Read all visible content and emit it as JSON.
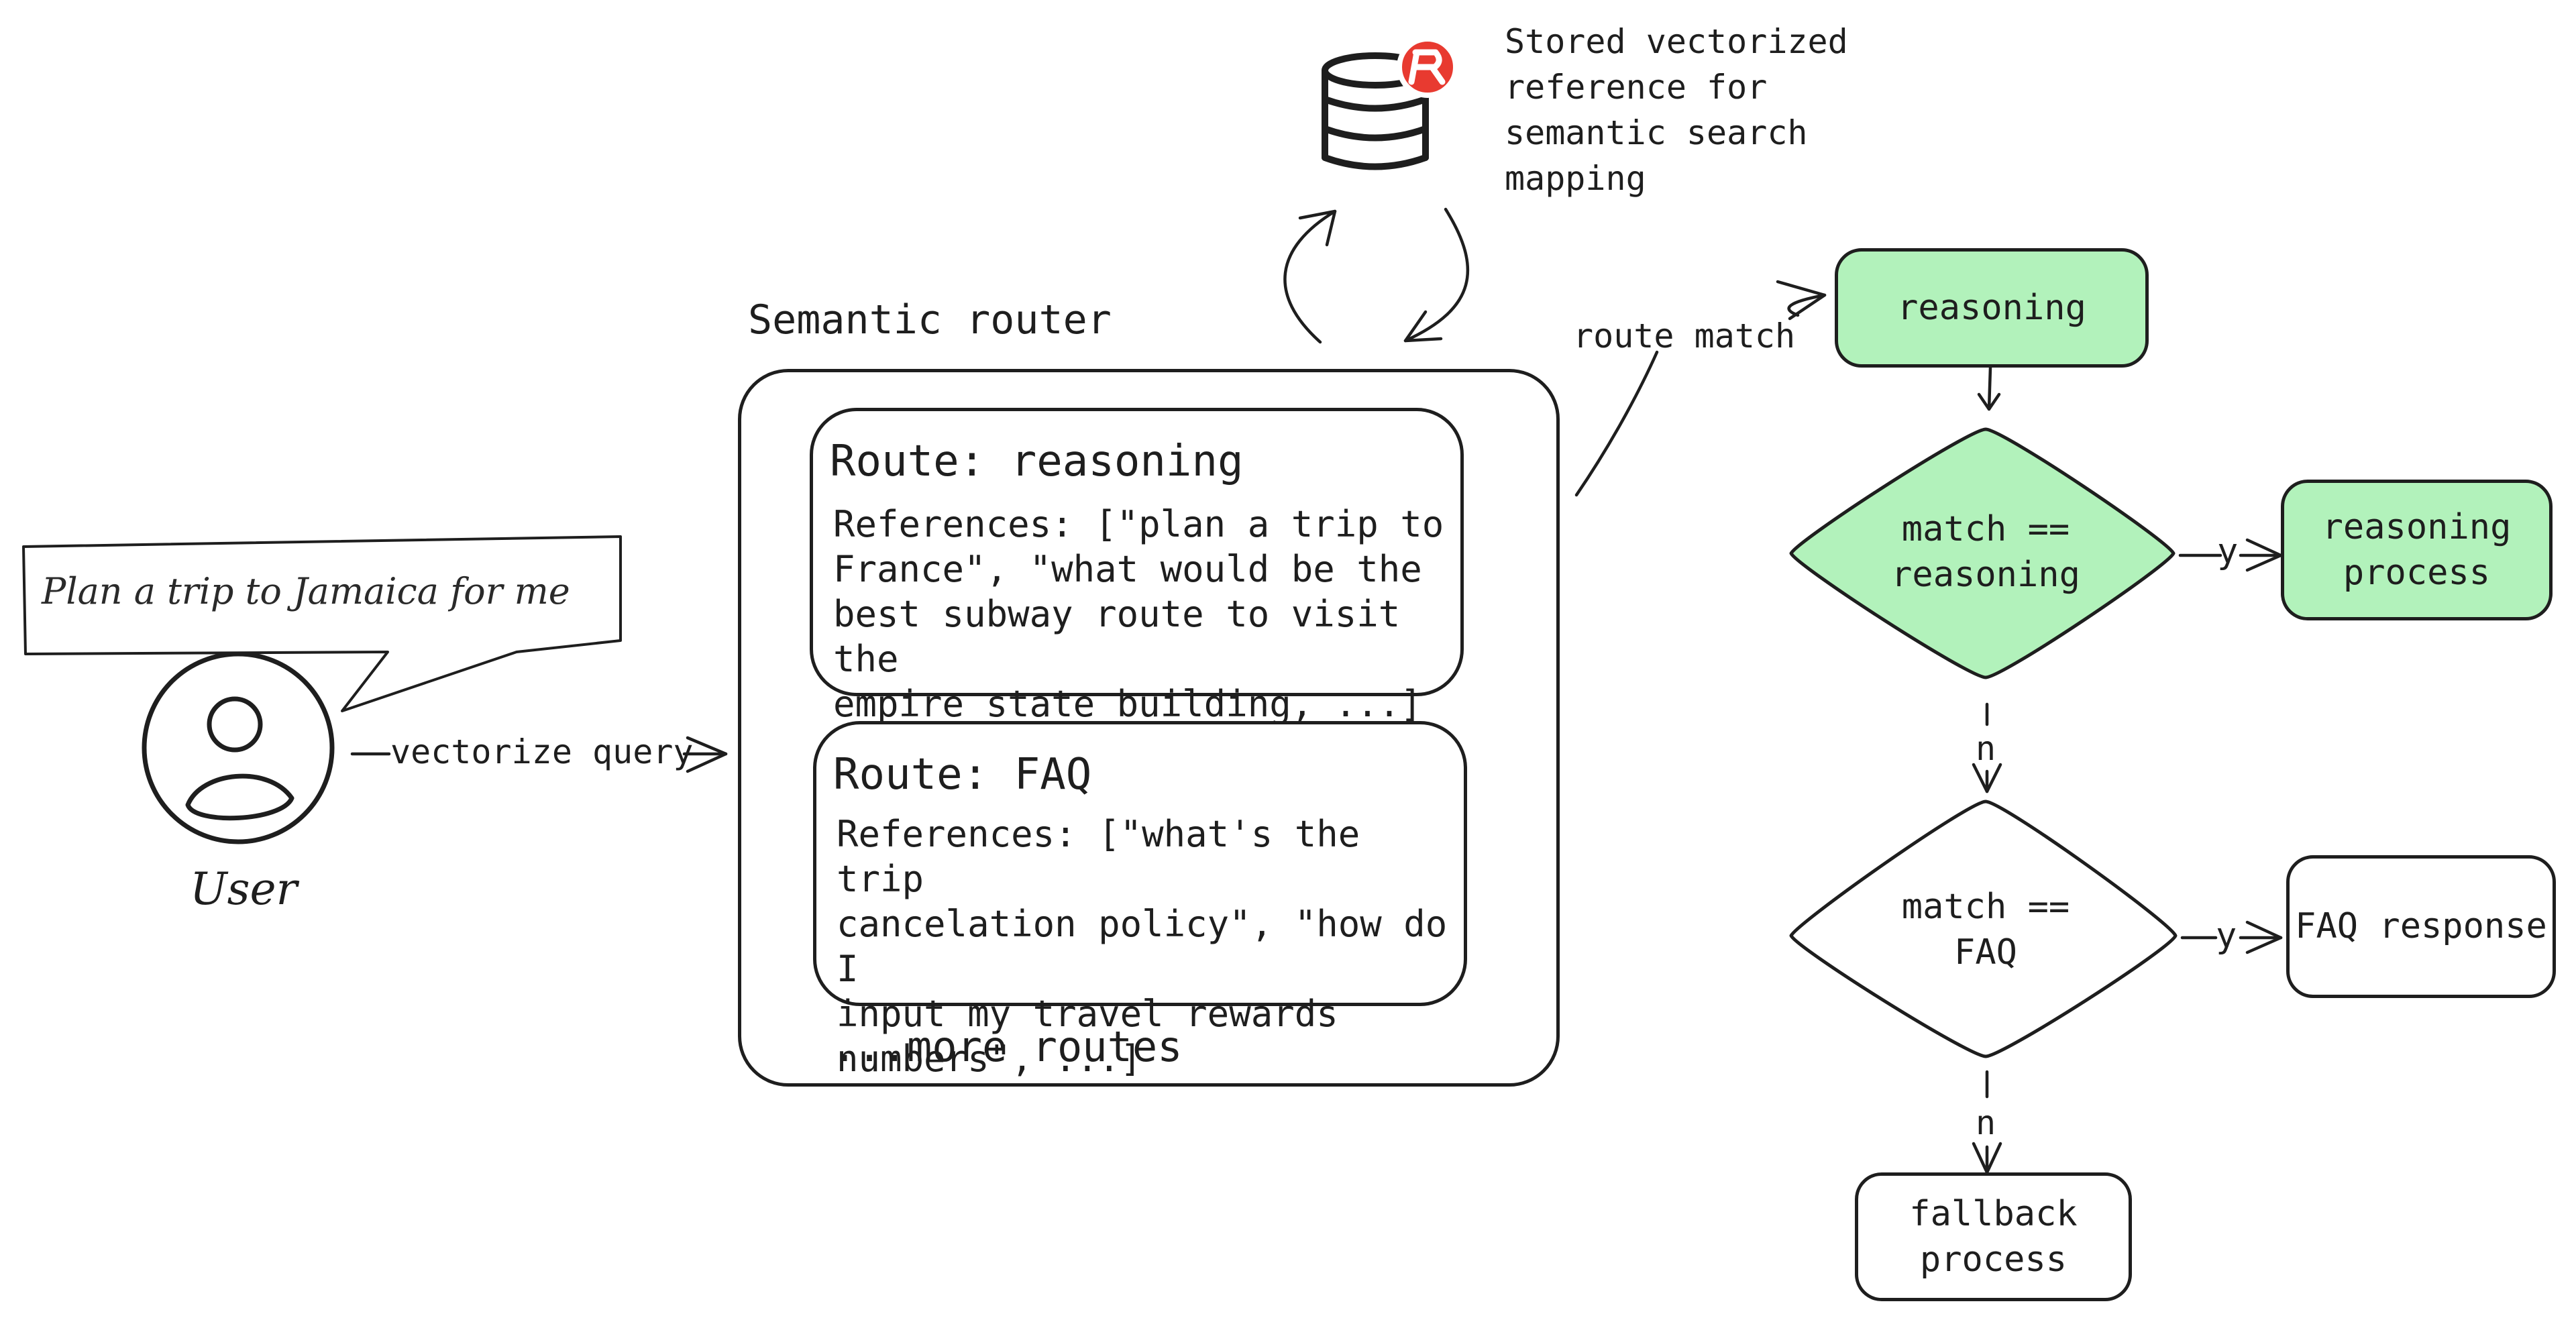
{
  "store": {
    "description": "Stored vectorized\nreference for\nsemantic search\nmapping"
  },
  "router": {
    "title": "Semantic router",
    "more": "...more routes",
    "routes": [
      {
        "title": "Route: reasoning",
        "references": "References: [\"plan a trip to\nFrance\", \"what would be the\nbest subway route to visit the\nempire state building, ...]"
      },
      {
        "title": "Route: FAQ",
        "references": "References: [\"what's the trip\ncancelation policy\", \"how do I\ninput my travel rewards\nnumbers\", ...]"
      }
    ]
  },
  "user": {
    "speech": "Plan a trip to Jamaica for me",
    "label": "User"
  },
  "edges": {
    "vectorize": "vectorize query",
    "route_match": "route match",
    "yes": "y",
    "no": "n"
  },
  "flow": {
    "reasoning": "reasoning",
    "decision_reasoning": "match ==\nreasoning",
    "reasoning_process": "reasoning\nprocess",
    "decision_faq": "match ==\nFAQ",
    "faq_response": "FAQ response",
    "fallback": "fallback\nprocess"
  },
  "colors": {
    "green_fill": "#b2f2bb",
    "stroke": "#1e1e1e",
    "redis_red": "#e83a30"
  }
}
